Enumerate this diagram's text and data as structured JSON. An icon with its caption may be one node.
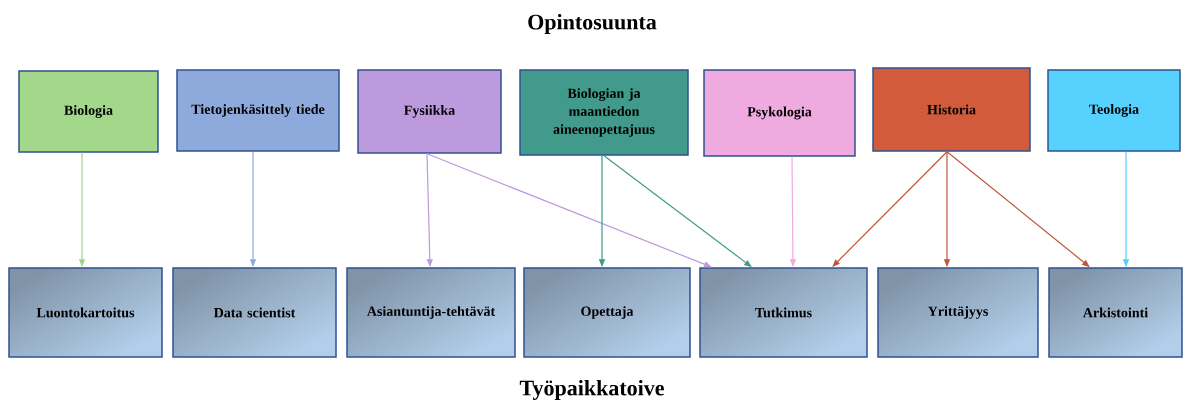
{
  "diagram": {
    "title": "Opintosuunta",
    "nodes": [
      {
        "text": [
          "Biologia"
        ]
      },
      {
        "text": [
          "Tietojenkäsittely tiede"
        ]
      },
      {
        "text": [
          "Fysiikka"
        ]
      },
      {
        "text": [
          "Biologian ja maantiedon aineenopettajuus"
        ]
      },
      {
        "text": [
          "Psykologia"
        ]
      },
      {
        "text": [
          "Historia"
        ]
      },
      {
        "text": [
          "Teologia"
        ]
      },
      {
        "text": [
          "Luontokartoitus"
        ]
      },
      {
        "text": [
          "Data scientist"
        ]
      },
      {
        "text": [
          "Asiantuntija-tehtävät"
        ]
      },
      {
        "text": [
          "Opettaja"
        ]
      },
      {
        "text": [
          "Tutkimus"
        ]
      },
      {
        "text": [
          "Yrittäjyys"
        ]
      },
      {
        "text": [
          "Arkistointi"
        ]
      }
    ],
    "edges": [
      {
        "from": 0,
        "to": 7,
        "arrow": "to",
        "color": "#a3d48a"
      },
      {
        "from": 1,
        "to": 8,
        "arrow": "to",
        "color": "#8eaadc"
      },
      {
        "from": 2,
        "to": 9,
        "arrow": "to",
        "color": "#bd9ade"
      },
      {
        "from": 2,
        "to": 11,
        "arrow": "to",
        "color": "#bd9ade"
      },
      {
        "from": 3,
        "to": 10,
        "arrow": "to",
        "color": "#3f9a8c"
      },
      {
        "from": 3,
        "to": 11,
        "arrow": "to",
        "color": "#3f9a8c"
      },
      {
        "from": 4,
        "to": 11,
        "arrow": "to",
        "color": "#f0aade"
      },
      {
        "from": 5,
        "to": 11,
        "arrow": "to",
        "color": "#c0553a"
      },
      {
        "from": 5,
        "to": 12,
        "arrow": "to",
        "color": "#c0553a"
      },
      {
        "from": 5,
        "to": 13,
        "arrow": "to",
        "color": "#c0553a"
      },
      {
        "from": 6,
        "to": 13,
        "arrow": "to",
        "color": "#55d0ff"
      }
    ],
    "labels": [
      "Työpaikkatoive"
    ]
  }
}
